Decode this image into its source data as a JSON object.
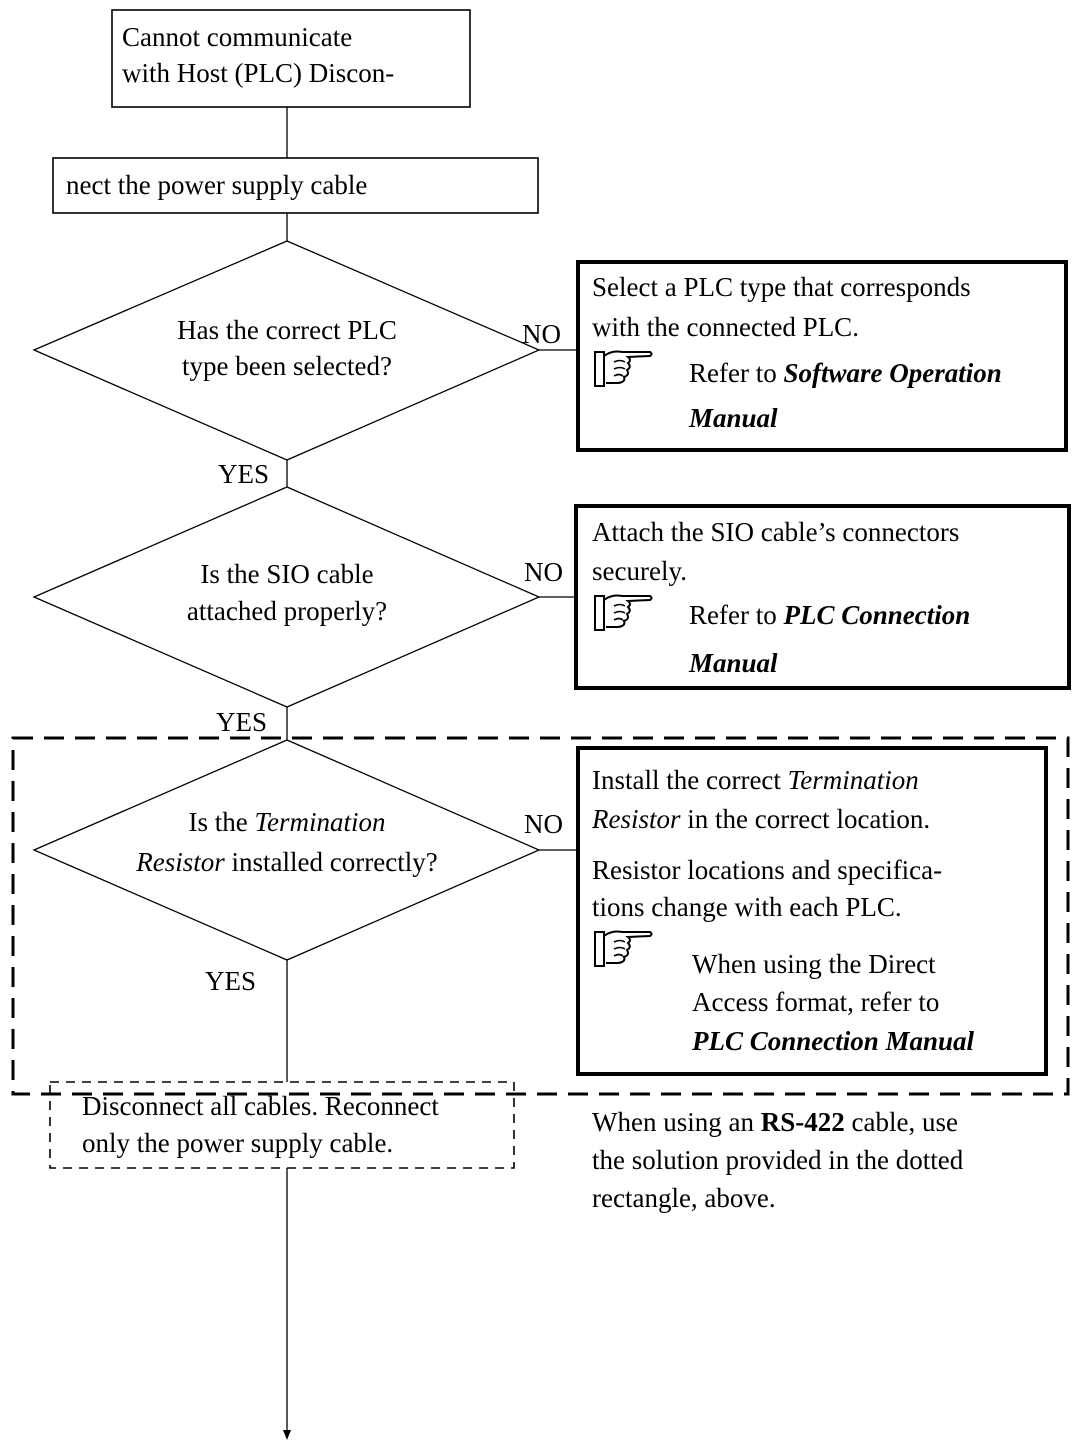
{
  "start": {
    "line1": "Cannot communicate",
    "line2": "with Host (PLC)  Discon-",
    "line3": "nect the power supply cable"
  },
  "q1": {
    "line1": "Has the correct PLC",
    "line2": "type been selected?",
    "no": "NO",
    "yes": "YES",
    "action": {
      "line1": "Select a PLC type that corresponds",
      "line2": "with the connected PLC.",
      "ref_prefix": "Refer to ",
      "ref_title_1": "Software Operation",
      "ref_title_2": "Manual"
    }
  },
  "q2": {
    "line1": "Is the SIO cable",
    "line2": "attached properly?",
    "no": "NO",
    "yes": "YES",
    "action": {
      "line1": "Attach the SIO cable’s connectors",
      "line2": "securely.",
      "ref_prefix": "Refer to ",
      "ref_title_1": "PLC Connection",
      "ref_title_2": "Manual"
    }
  },
  "q3": {
    "line1_prefix": "Is the ",
    "line1_italic": "Termination",
    "line2_italic": "Resistor",
    "line2_suffix": " installed correctly?",
    "no": "NO",
    "yes": "YES",
    "action": {
      "line1_prefix": "Install the correct ",
      "line1_italic": "Termination",
      "line2_italic": "Resistor",
      "line2_suffix": " in the correct location.",
      "line3": "Resistor locations and specifica-",
      "line4": "tions change with each PLC.",
      "ref_line1": "When using the Direct",
      "ref_line2": "Access format, refer to",
      "ref_title": "PLC Connection Manual"
    }
  },
  "disconnect": {
    "line1": "Disconnect all cables. Reconnect",
    "line2": "only the power supply cable."
  },
  "note": {
    "prefix": "When using an ",
    "bold": "RS-422",
    "suffix": " cable, use",
    "line2": "the solution provided in the dotted",
    "line3": "rectangle, above."
  }
}
